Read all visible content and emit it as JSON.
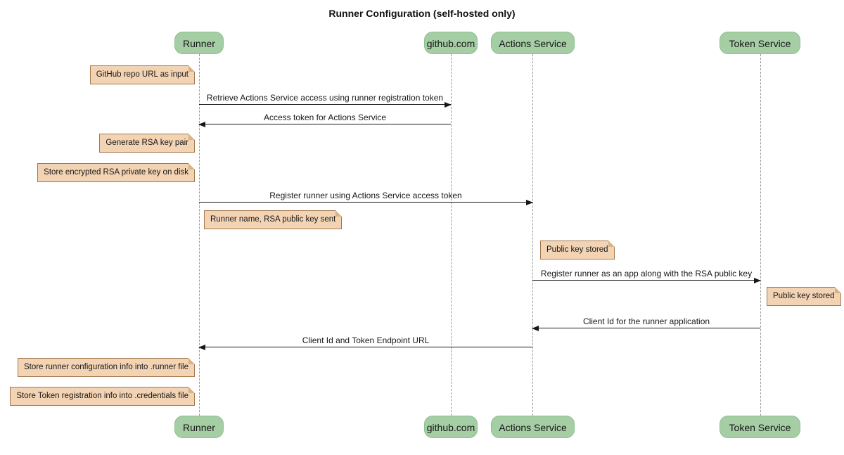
{
  "title": "Runner Configuration (self-hosted only)",
  "colors": {
    "participant_fill": "#a5cea5",
    "participant_border": "#8cbf8c",
    "note_fill": "#f2d3b3",
    "note_border": "#a6774e",
    "lifeline": "#9a9a9a",
    "arrow": "#181818",
    "background": "#ffffff"
  },
  "participants": [
    {
      "name": "Runner"
    },
    {
      "name": "github.com"
    },
    {
      "name": "Actions Service"
    },
    {
      "name": "Token Service"
    }
  ],
  "messages": [
    {
      "from": "Runner",
      "to": "github.com",
      "direction": "right",
      "label": "Retrieve Actions Service access using runner registration token"
    },
    {
      "from": "github.com",
      "to": "Runner",
      "direction": "left",
      "label": "Access token for Actions Service"
    },
    {
      "from": "Runner",
      "to": "Actions Service",
      "direction": "right",
      "label": "Register runner using Actions Service access token"
    },
    {
      "from": "Actions Service",
      "to": "Token Service",
      "direction": "right",
      "label": "Register runner as an app along with the RSA public key"
    },
    {
      "from": "Token Service",
      "to": "Actions Service",
      "direction": "left",
      "label": "Client Id for the runner application"
    },
    {
      "from": "Actions Service",
      "to": "Runner",
      "direction": "left",
      "label": "Client Id and Token Endpoint URL"
    }
  ],
  "notes": [
    {
      "position": "left of Runner",
      "text": "GitHub repo URL as input"
    },
    {
      "position": "left of Runner",
      "text": "Generate RSA key pair"
    },
    {
      "position": "left of Runner",
      "text": "Store encrypted RSA private key on disk"
    },
    {
      "position": "right of Runner",
      "text": "Runner name, RSA public key sent"
    },
    {
      "position": "right of Actions Service",
      "text": "Public key stored"
    },
    {
      "position": "right of Token Service",
      "text": "Public key stored"
    },
    {
      "position": "left of Runner",
      "text": "Store runner configuration info into .runner file"
    },
    {
      "position": "left of Runner",
      "text": "Store Token registration info into .credentials file"
    }
  ]
}
